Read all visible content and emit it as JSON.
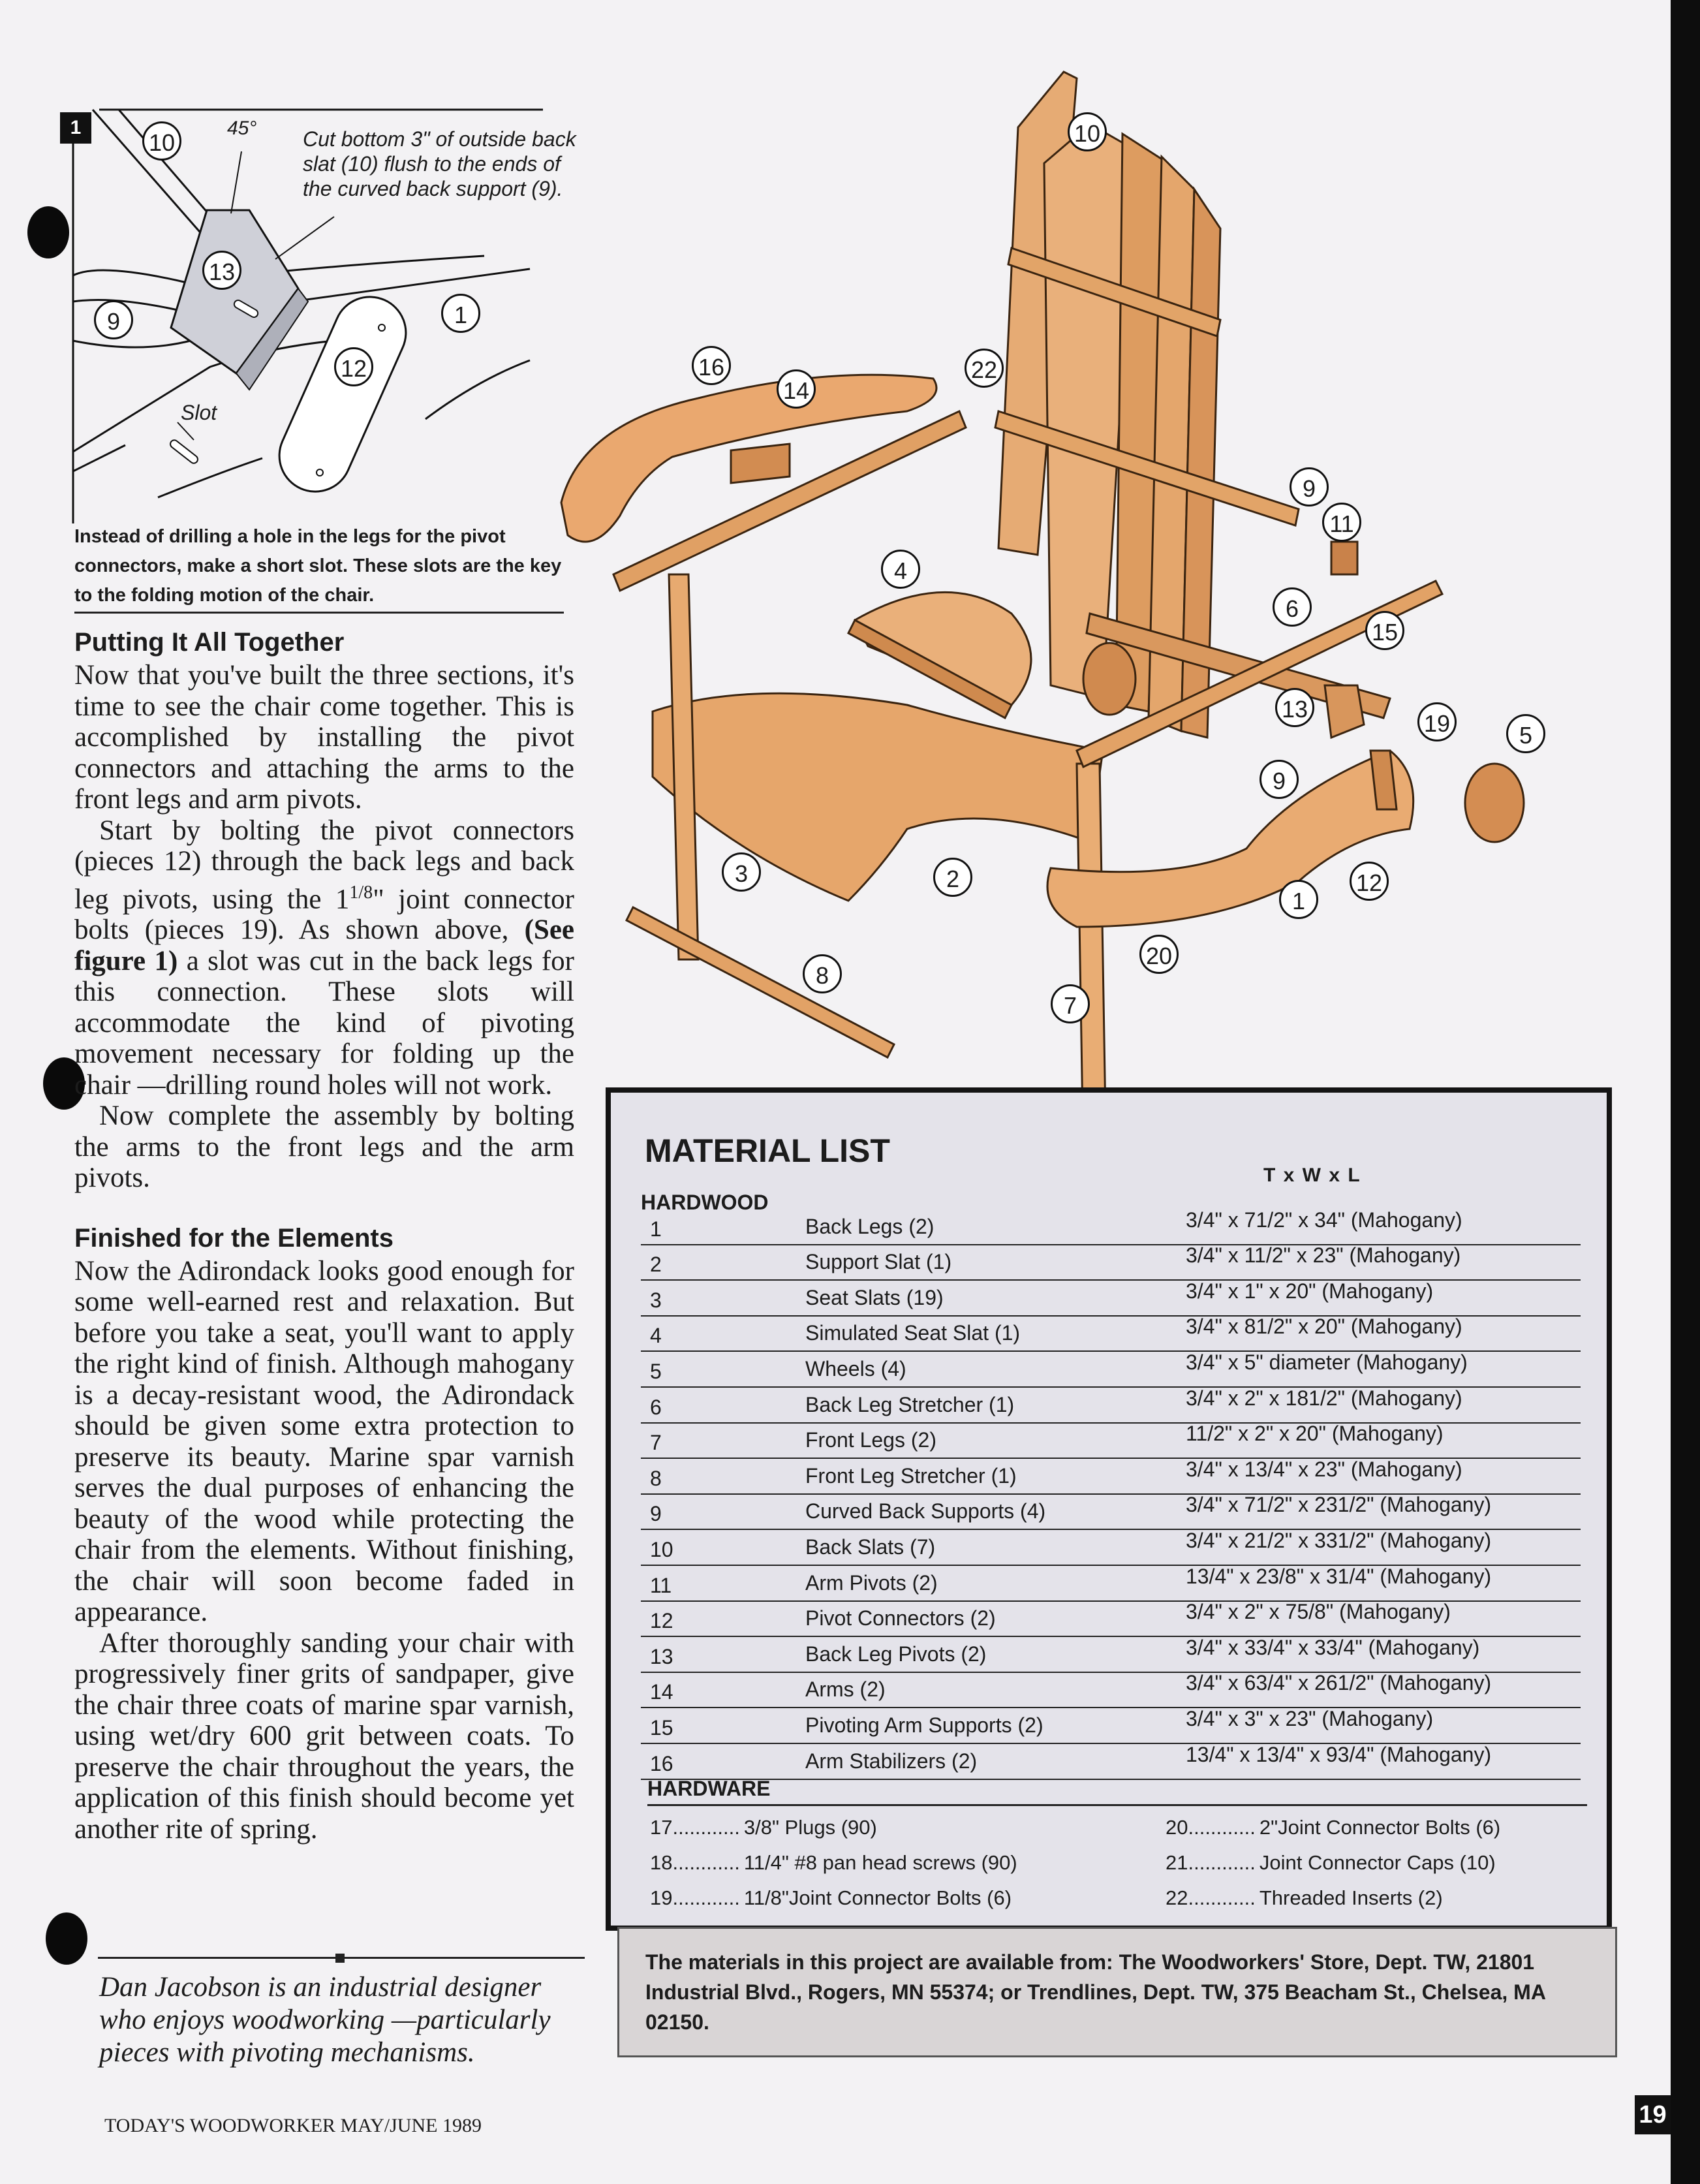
{
  "figure1": {
    "number": "1",
    "angle_label": "45°",
    "note": "Cut bottom 3\" of outside back slat (10) flush to the ends of the curved back support (9).",
    "slot_label": "Slot",
    "callouts": [
      "10",
      "13",
      "9",
      "12",
      "1"
    ],
    "caption": "Instead of drilling a hole in the legs for the pivot connectors, make a short slot. These slots are the key to the folding motion of the chair."
  },
  "article": {
    "heading1": "Putting It All Together",
    "p1": "Now that you've built the three sections, it's time to see the chair come together. This is accomplished by installing the pivot connectors and attaching the arms to the front legs and arm pivots.",
    "p2_a": "Start by bolting the pivot connectors (pieces 12) through the back legs and back leg pivots, using the 1",
    "p2_frac": "1/8",
    "p2_b": "\" joint connector bolts (pieces 19). As shown above, ",
    "p2_bold": "(See figure 1)",
    "p2_c": " a slot was cut in the back legs for this connection. These slots will accommodate the kind of pivoting movement necessary for folding up the chair —drilling round holes will not work.",
    "p3": "Now complete the assembly by bolting the arms to the front legs and the arm pivots.",
    "heading2": "Finished for the Elements",
    "p4": "Now the Adirondack looks good enough for some well-earned rest and relaxation. But before you take a seat, you'll want to apply the right kind of finish. Although mahogany is a decay-resistant wood, the Adirondack should be given some extra protection to preserve its beauty. Marine spar varnish serves the dual purposes of enhancing the beauty of the wood while protecting the chair from the elements. Without finishing, the chair will soon become faded in appearance.",
    "p5": "After thoroughly sanding your chair with progressively finer grits of sandpaper, give the chair three coats of marine spar varnish, using wet/dry 600 grit between coats. To preserve the chair throughout the years, the application of this finish should become yet another rite of spring.",
    "author": "Dan Jacobson is an industrial designer who enjoys woodworking —particularly pieces with pivoting mechanisms."
  },
  "chair_callouts": [
    "10",
    "16",
    "14",
    "22",
    "9",
    "11",
    "4",
    "6",
    "15",
    "13",
    "19",
    "5",
    "9",
    "12",
    "1",
    "3",
    "2",
    "20",
    "8",
    "7"
  ],
  "material_list": {
    "title": "MATERIAL LIST",
    "dims_header": "T x W x L",
    "hardwood_label": "HARDWOOD",
    "rows": [
      {
        "num": "1",
        "name": "Back Legs (2)",
        "dims": "3/4\" x 71/2\" x 34\" (Mahogany)"
      },
      {
        "num": "2",
        "name": "Support Slat (1)",
        "dims": "3/4\" x 11/2\" x 23\" (Mahogany)"
      },
      {
        "num": "3",
        "name": "Seat Slats (19)",
        "dims": "3/4\" x 1\" x 20\" (Mahogany)"
      },
      {
        "num": "4",
        "name": "Simulated Seat Slat (1)",
        "dims": "3/4\" x 81/2\" x 20\" (Mahogany)"
      },
      {
        "num": "5",
        "name": "Wheels (4)",
        "dims": "3/4\" x 5\" diameter (Mahogany)"
      },
      {
        "num": "6",
        "name": "Back Leg Stretcher (1)",
        "dims": "3/4\" x 2\" x 181/2\" (Mahogany)"
      },
      {
        "num": "7",
        "name": "Front Legs (2)",
        "dims": "11/2\" x 2\" x 20\" (Mahogany)"
      },
      {
        "num": "8",
        "name": "Front Leg Stretcher (1)",
        "dims": "3/4\" x 13/4\" x 23\" (Mahogany)"
      },
      {
        "num": "9",
        "name": "Curved Back Supports (4)",
        "dims": "3/4\" x 71/2\" x 231/2\" (Mahogany)"
      },
      {
        "num": "10",
        "name": "Back Slats (7)",
        "dims": "3/4\" x 21/2\" x 331/2\" (Mahogany)"
      },
      {
        "num": "11",
        "name": "Arm Pivots (2)",
        "dims": "13/4\" x 23/8\" x 31/4\" (Mahogany)"
      },
      {
        "num": "12",
        "name": "Pivot Connectors (2)",
        "dims": "3/4\" x 2\" x 75/8\" (Mahogany)"
      },
      {
        "num": "13",
        "name": "Back Leg Pivots (2)",
        "dims": "3/4\" x 33/4\" x 33/4\" (Mahogany)"
      },
      {
        "num": "14",
        "name": "Arms (2)",
        "dims": "3/4\" x 63/4\" x 261/2\" (Mahogany)"
      },
      {
        "num": "15",
        "name": "Pivoting Arm Supports (2)",
        "dims": "3/4\" x 3\" x 23\" (Mahogany)"
      },
      {
        "num": "16",
        "name": "Arm Stabilizers (2)",
        "dims": "13/4\" x 13/4\" x 93/4\" (Mahogany)"
      }
    ],
    "hardware_label": "HARDWARE",
    "hardware": [
      {
        "num": "17",
        "dots": "............",
        "name": "3/8\" Plugs (90)"
      },
      {
        "num": "18",
        "dots": "............",
        "name": "11/4\" #8 pan head screws (90)"
      },
      {
        "num": "19",
        "dots": "............",
        "name": "11/8\"Joint Connector Bolts (6)"
      },
      {
        "num": "20",
        "dots": "............",
        "name": "2\"Joint Connector Bolts (6)"
      },
      {
        "num": "21",
        "dots": "............",
        "name": "Joint Connector Caps (10)"
      },
      {
        "num": "22",
        "dots": "............",
        "name": "Threaded Inserts (2)"
      }
    ]
  },
  "sources": "The materials in this project are available from: The Woodworkers' Store, Dept. TW, 21801 Industrial Blvd., Rogers, MN 55374; or Trendlines, Dept. TW, 375 Beacham St., Chelsea, MA 02150.",
  "footer": "TODAY'S WOODWORKER  MAY/JUNE 1989",
  "page_number": "19"
}
